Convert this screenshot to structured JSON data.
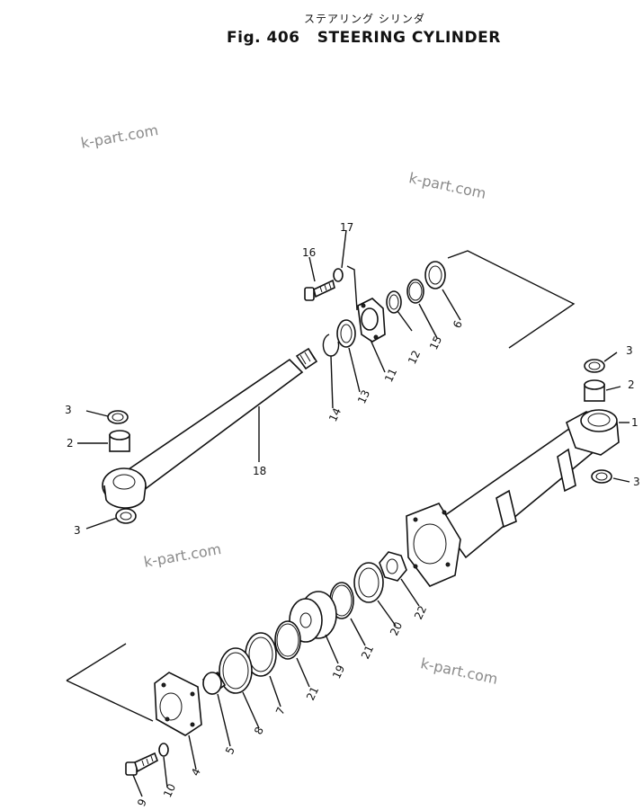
{
  "title": {
    "japanese": "ステアリング シリンダ",
    "figure": "Fig. 406",
    "name": "STEERING CYLINDER"
  },
  "watermarks": [
    "k-part.com",
    "k-part.com",
    "k-part.com",
    "k-part.com"
  ],
  "callouts": [
    "17",
    "16",
    "6",
    "15",
    "12",
    "11",
    "13",
    "14",
    "18",
    "3",
    "2",
    "3",
    "3",
    "2",
    "1",
    "3",
    "22",
    "20",
    "21",
    "19",
    "21",
    "7",
    "8",
    "5",
    "4",
    "10",
    "9"
  ]
}
